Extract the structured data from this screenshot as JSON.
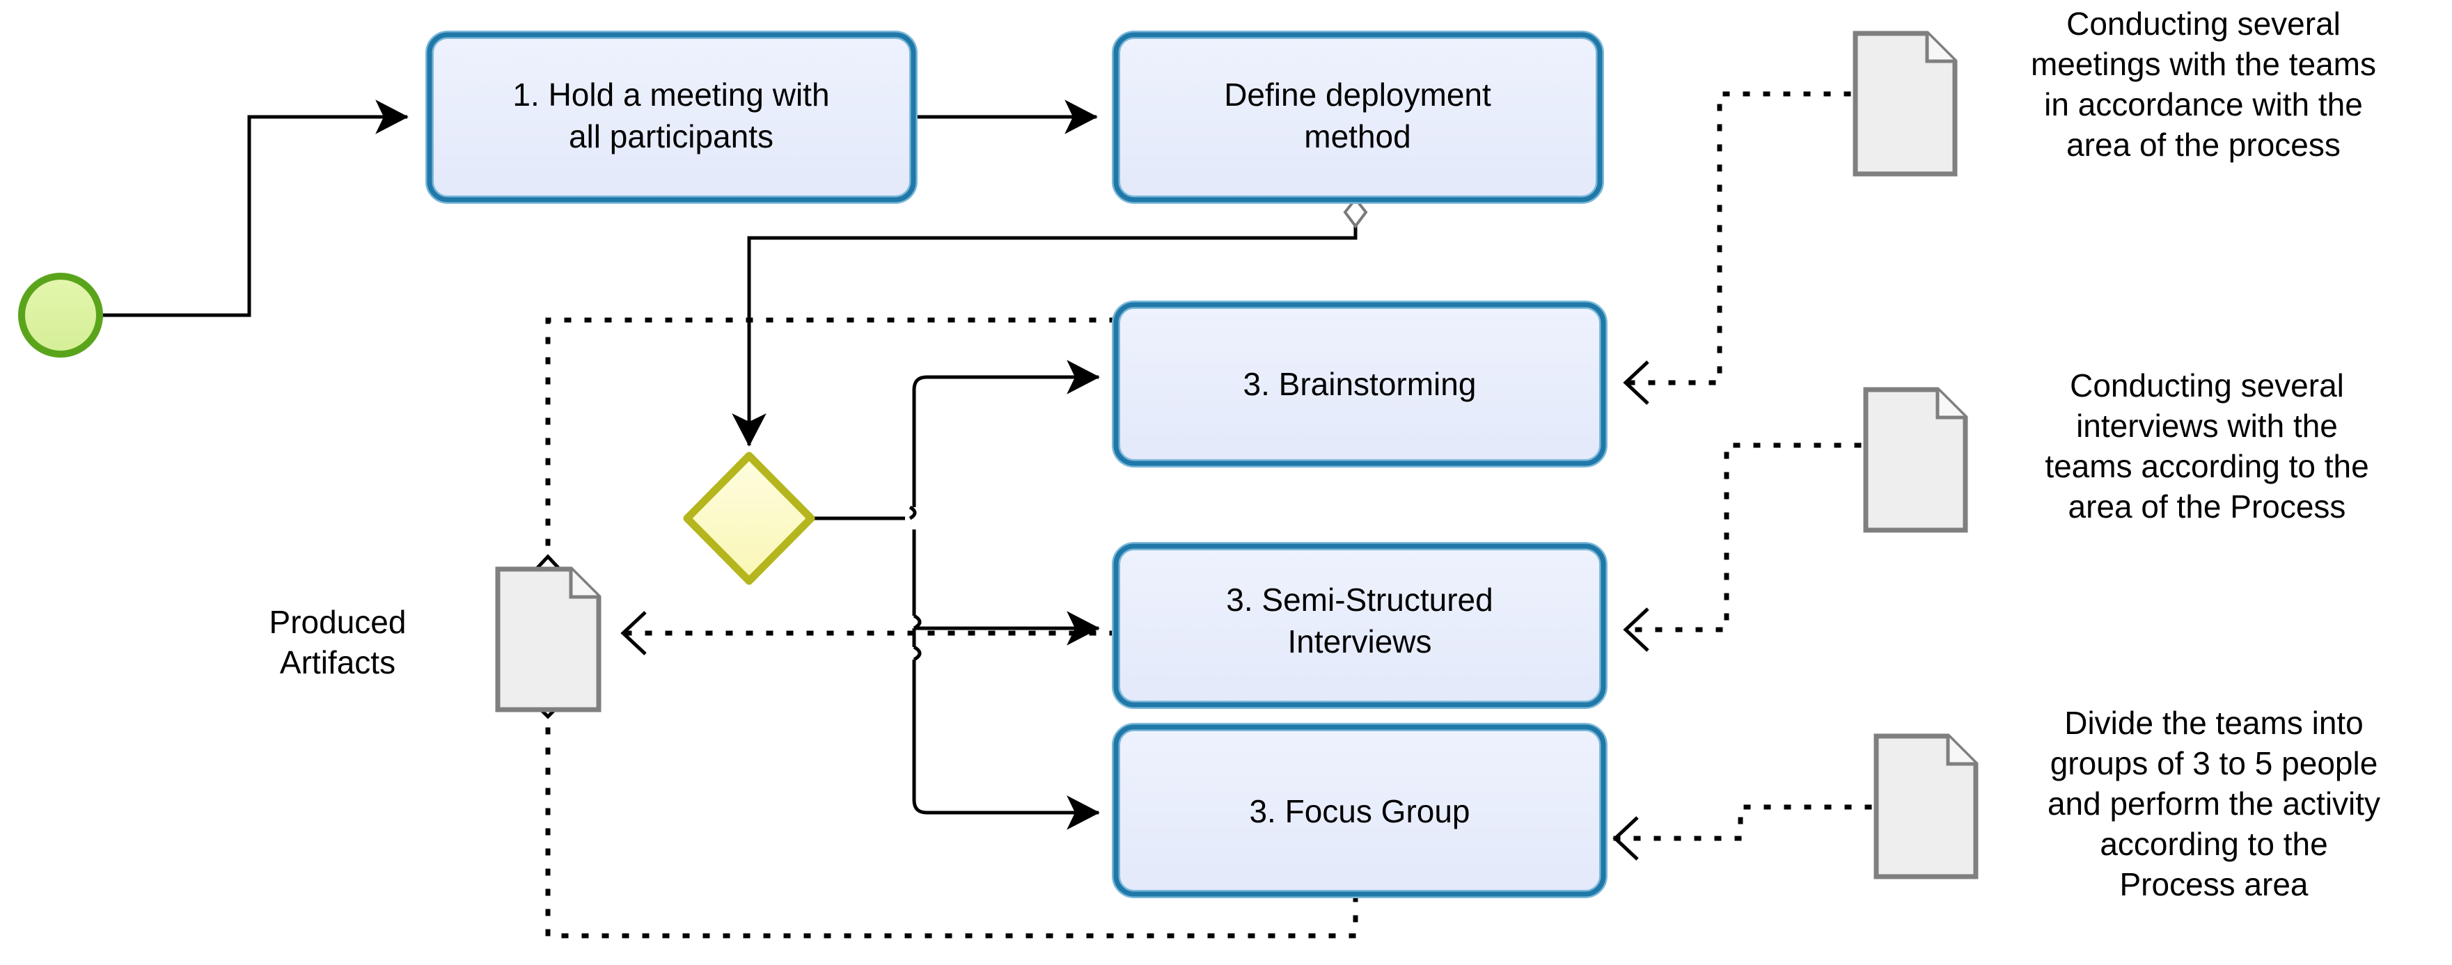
{
  "diagram": {
    "type": "bpmn-process-flow",
    "title": "Process deployment activity flow"
  },
  "palette": {
    "task_fill": "#e8edfb",
    "task_border": "#1f78a8",
    "task_border_light": "#7bb8d9",
    "start_event_fill": "#ddf2a6",
    "start_event_border": "#5aa41c",
    "gateway_fill": "#fdfbc8",
    "gateway_border": "#b5b51e",
    "note_fill": "#eeeeee",
    "note_border": "#7f7f7f",
    "line_color": "#000000",
    "text_color": "#000000"
  },
  "start_event": {
    "name": "start-event",
    "label": ""
  },
  "tasks": [
    {
      "id": "task-hold-meeting",
      "lines": [
        "1. Hold a meeting with",
        "all participants"
      ]
    },
    {
      "id": "task-define-method",
      "lines": [
        "Define deployment",
        "method"
      ]
    },
    {
      "id": "task-brainstorming",
      "lines": [
        "3. Brainstorming"
      ]
    },
    {
      "id": "task-semi-structured",
      "lines": [
        "3. Semi-Structured",
        "Interviews"
      ]
    },
    {
      "id": "task-focus-group",
      "lines": [
        "3. Focus Group"
      ]
    }
  ],
  "gateway": {
    "id": "exclusive-gateway",
    "label": ""
  },
  "data_store": {
    "id": "produced-artifacts",
    "lines": [
      "Produced",
      "Artifacts"
    ]
  },
  "notes": [
    {
      "id": "note-meetings",
      "lines": [
        "Conducting several",
        "meetings with the teams",
        "in accordance with the",
        "area of the process"
      ]
    },
    {
      "id": "note-interviews",
      "lines": [
        "Conducting several",
        "interviews with the",
        "teams according to the",
        "area of the Process"
      ]
    },
    {
      "id": "note-focus-group",
      "lines": [
        "Divide the teams into",
        "groups of 3 to 5 people",
        "and perform the activity",
        "according to the",
        "Process area"
      ]
    }
  ],
  "connections": [
    {
      "id": "flow-start-to-meeting",
      "kind": "sequence"
    },
    {
      "id": "flow-meeting-to-define",
      "kind": "sequence"
    },
    {
      "id": "flow-define-to-gateway",
      "kind": "sequence-conditional"
    },
    {
      "id": "flow-gateway-to-brainstorming",
      "kind": "sequence"
    },
    {
      "id": "flow-gateway-to-semistructured",
      "kind": "sequence"
    },
    {
      "id": "flow-gateway-to-focusgroup",
      "kind": "sequence"
    },
    {
      "id": "assoc-brainstorming-to-artifacts",
      "kind": "association"
    },
    {
      "id": "assoc-semistructured-to-artifacts",
      "kind": "association"
    },
    {
      "id": "assoc-focusgroup-to-artifacts",
      "kind": "association"
    },
    {
      "id": "assoc-note-meetings",
      "kind": "association"
    },
    {
      "id": "assoc-note-interviews",
      "kind": "association"
    },
    {
      "id": "assoc-note-focusgroup",
      "kind": "association"
    }
  ]
}
